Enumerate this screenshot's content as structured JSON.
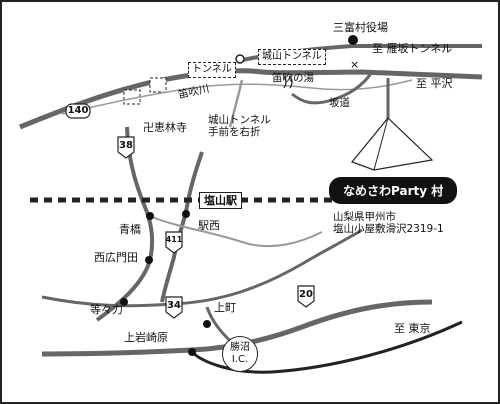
{
  "labels": {
    "city_hall": "三富村役場",
    "to_karisaka": "至 雁坂トンネル",
    "to_hirasawa": "至 平沢",
    "to_tokyo": "至 東京",
    "fuefuki_river": "笛吹川",
    "fuefuki_no_yu": "笛吹の湯",
    "sakamichi": "坂道",
    "instruction": "城山トンネル\n手前を右折",
    "erin_temple": "卍恵林寺",
    "aohashi": "青橋",
    "ekinishi": "駅西",
    "nishi_hiromonden": "西広門田",
    "todoroki": "等々力",
    "kamicho": "上町",
    "kami_iwasakihara": "上岩崎原",
    "address": "山梨県甲州市\n塩山小屋敷滑沢2319-1"
  },
  "tunnels": {
    "left": "トンネル",
    "right": "城山トンネル"
  },
  "station": "塩山駅",
  "venue": "なめさわParty 村",
  "interchange": "勝沼\nI.C.",
  "routes": {
    "r140": "140",
    "r38": "38",
    "r411": "411",
    "r34": "34",
    "r20": "20"
  }
}
